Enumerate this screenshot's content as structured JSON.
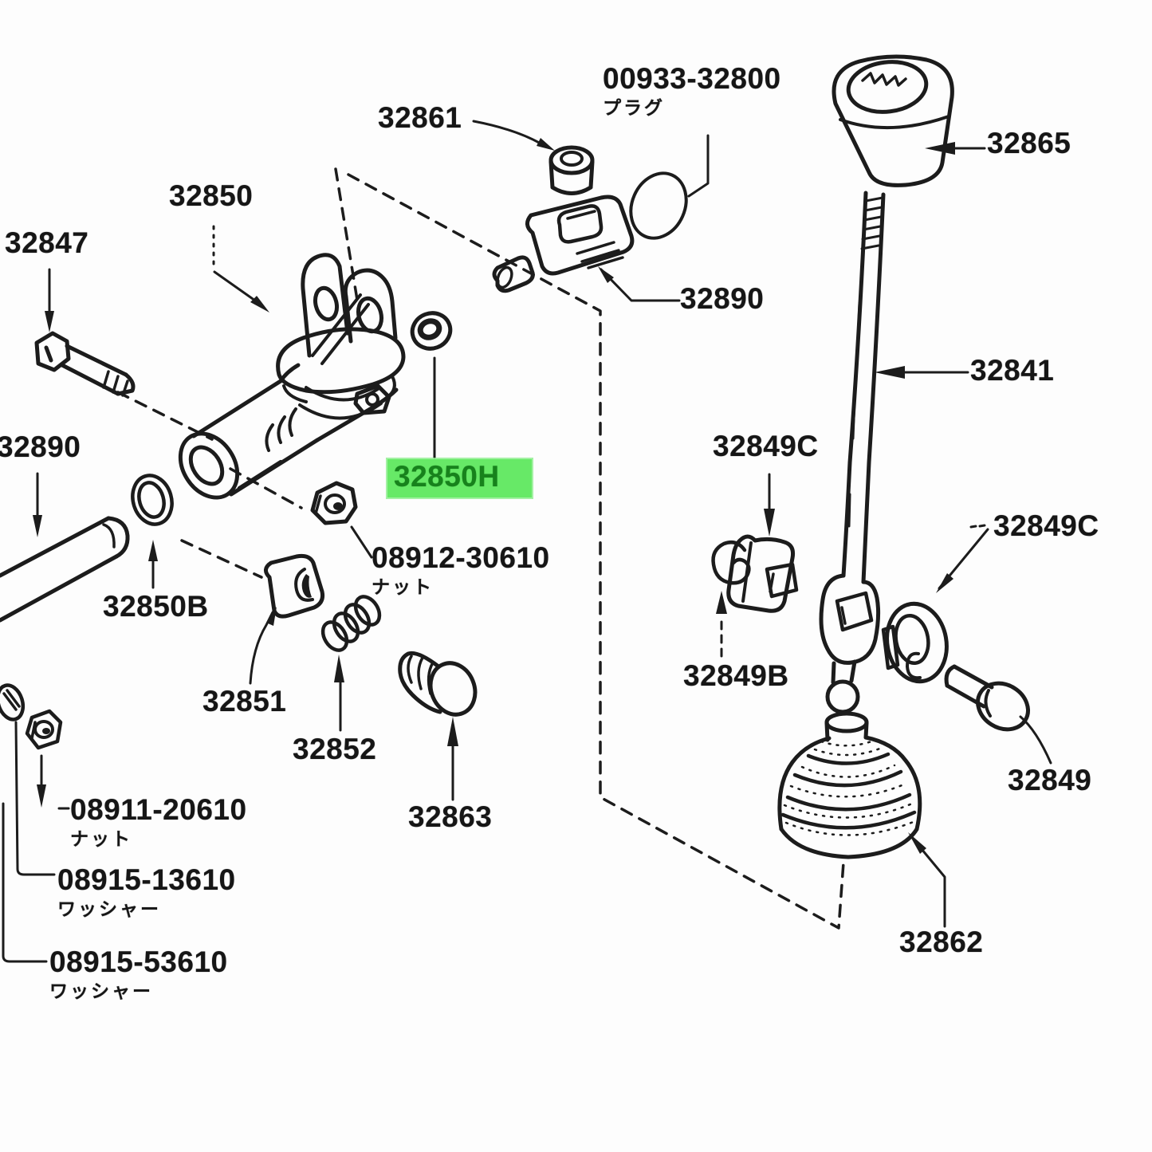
{
  "colors": {
    "line": "#1c1c1c",
    "background": "#fdfdfd",
    "highlight_bg": "#67e967",
    "highlight_text": "#17821c"
  },
  "labels": {
    "p32861": {
      "text": "32861"
    },
    "p00933_32800": {
      "text": "00933-32800",
      "caption": "プラグ"
    },
    "p32865": {
      "text": "32865"
    },
    "p32850": {
      "text": "32850"
    },
    "p32847": {
      "text": "32847"
    },
    "p32890_left": {
      "text": "32890"
    },
    "p32850h": {
      "text": "32850H",
      "highlighted": true
    },
    "p08912_30610": {
      "text": "08912-30610",
      "caption": "ナット"
    },
    "p32850b": {
      "text": "32850B"
    },
    "p32851": {
      "text": "32851"
    },
    "p32852": {
      "text": "32852"
    },
    "p32863": {
      "text": "32863"
    },
    "p08911_20610": {
      "text": "08911-20610",
      "caption": "ナット"
    },
    "p08915_13610": {
      "text": "08915-13610",
      "caption": "ワッシャー"
    },
    "p08915_53610": {
      "text": "08915-53610",
      "caption": "ワッシャー"
    },
    "p32890_right": {
      "text": "32890"
    },
    "p32841": {
      "text": "32841"
    },
    "p32849c_upper": {
      "text": "32849C"
    },
    "p32849c_right": {
      "text": "32849C"
    },
    "p32849b": {
      "text": "32849B"
    },
    "p32849": {
      "text": "32849"
    },
    "p32862": {
      "text": "32862"
    }
  }
}
